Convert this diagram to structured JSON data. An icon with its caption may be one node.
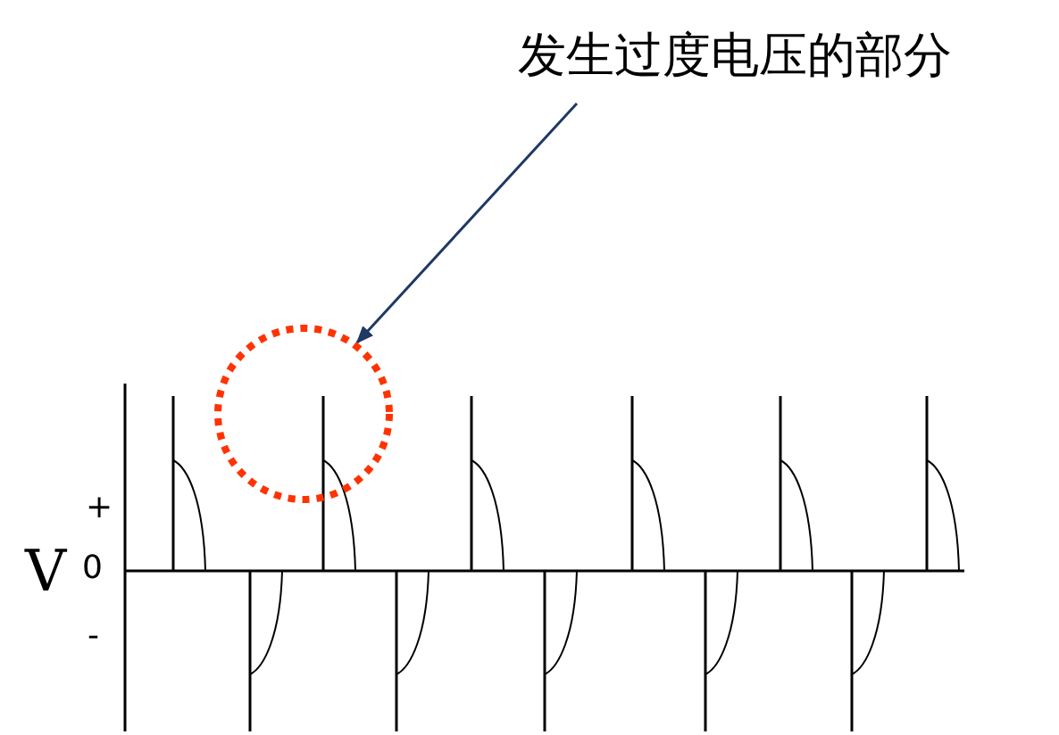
{
  "diagram": {
    "nodes": [
      {
        "text": [
          "发生过度电压的部分"
        ]
      },
      {
        "text": [],
        "shape": "circle"
      }
    ],
    "edges": [
      {
        "from": 0,
        "to": 1,
        "arrow": "to"
      }
    ],
    "labels": [
      "V",
      "+",
      "0",
      "-"
    ]
  }
}
